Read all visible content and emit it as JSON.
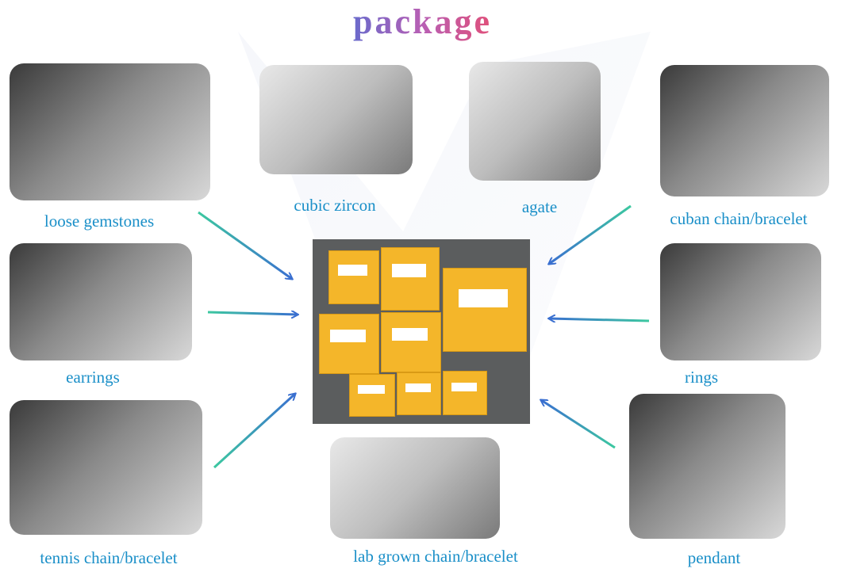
{
  "title": "package",
  "colors": {
    "label": "#1a8fc8",
    "title_start": "#6a6acb",
    "title_end": "#e0507a",
    "arrow_start": "#3cc8a0",
    "arrow_end": "#3a6fd0",
    "box": "#f4b62a"
  },
  "categories": [
    {
      "label": "loose gemstones"
    },
    {
      "label": "cubic zircon"
    },
    {
      "label": "agate"
    },
    {
      "label": "cuban chain/bracelet"
    },
    {
      "label": "earrings"
    },
    {
      "label": "rings"
    },
    {
      "label": "tennis chain/bracelet"
    },
    {
      "label": "lab grown chain/bracelet"
    },
    {
      "label": "pendant"
    }
  ]
}
